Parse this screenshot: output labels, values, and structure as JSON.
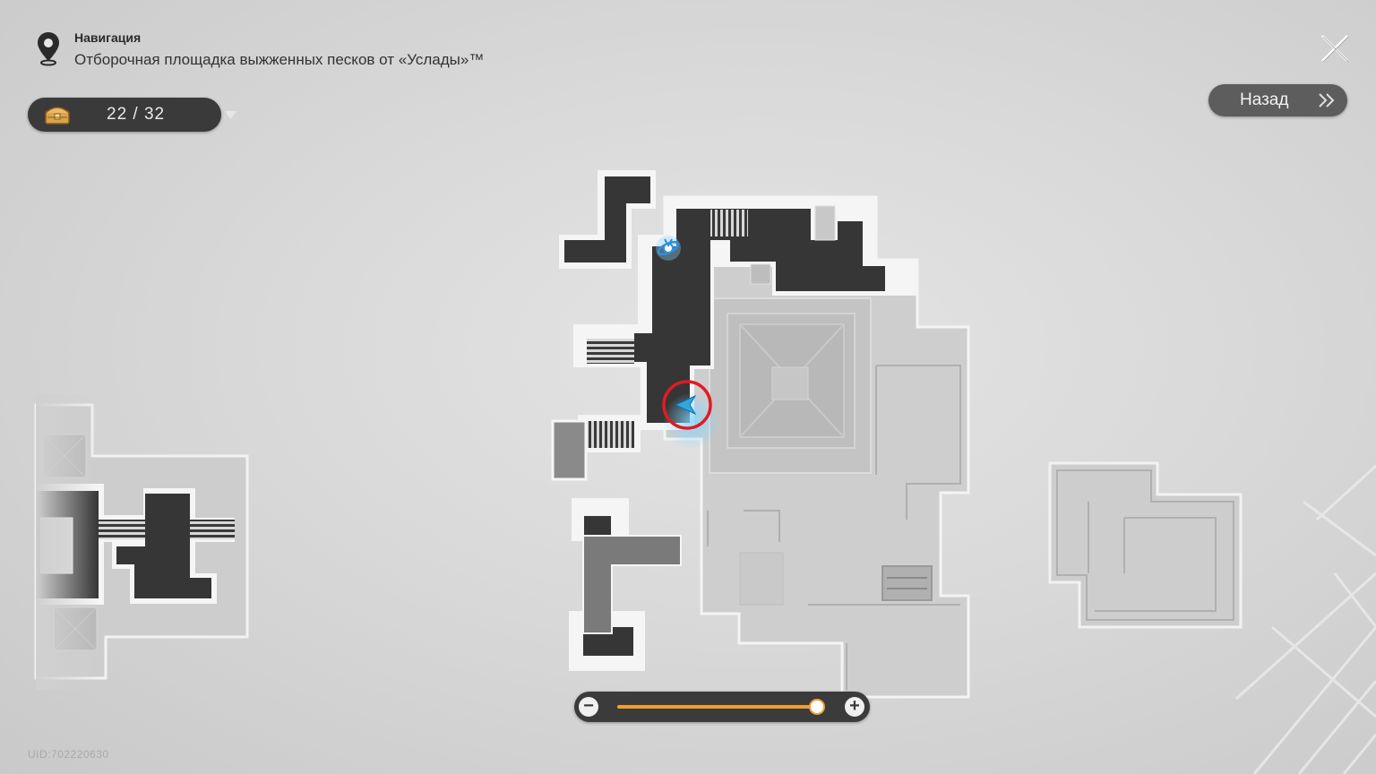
{
  "navigation": {
    "label": "Навигация",
    "location": "Отборочная площадка выжженных песков от «Услады»™"
  },
  "chest_counter": {
    "text": "22 / 32",
    "found": 22,
    "total": 32
  },
  "back_button": {
    "label": "Назад"
  },
  "zoom": {
    "minus_symbol": "−",
    "plus_symbol": "+",
    "level": 0.97
  },
  "uid": "UID:702220630",
  "icons": {
    "navigation": "location-pin-icon",
    "close": "close-x-icon",
    "back": "double-chevron-right-icon",
    "chest": "treasure-chest-icon",
    "dropdown": "triangle-down-icon",
    "teleport": "space-anchor-icon",
    "player": "player-arrow-icon"
  },
  "colors": {
    "accent": "#f0a030",
    "player": "#2fa8e0",
    "marker_circle": "#e01b24",
    "panel_dark": "#3a3a3a"
  }
}
